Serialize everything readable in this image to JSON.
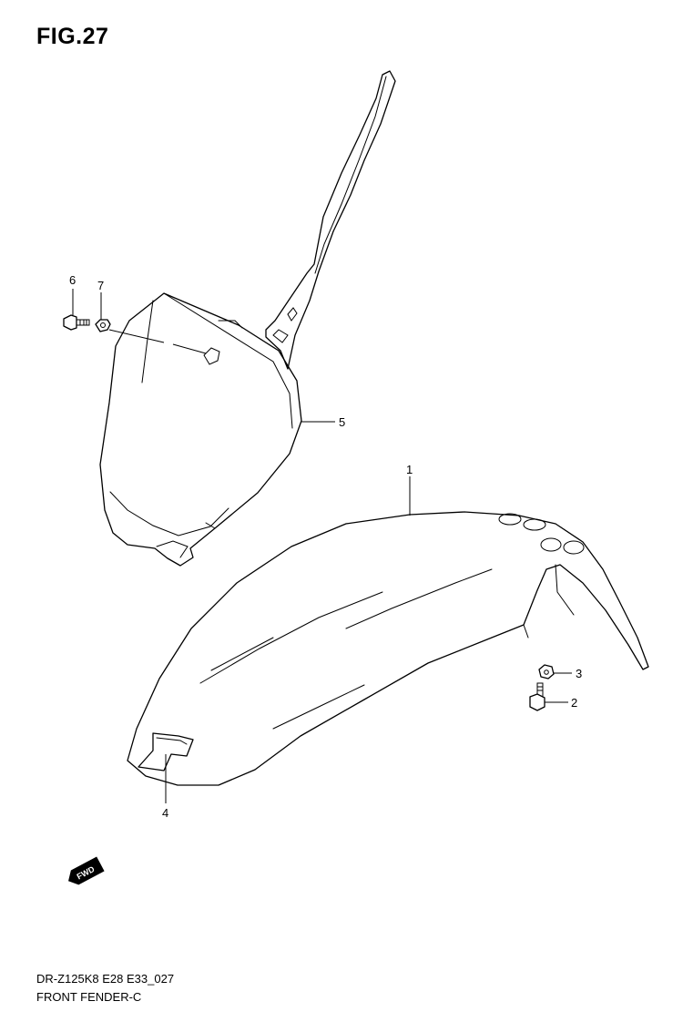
{
  "figure": {
    "title": "FIG.27",
    "code": "DR-Z125K8 E28 E33_027",
    "name": "FRONT FENDER-C"
  },
  "parts": [
    {
      "ref": "1"
    },
    {
      "ref": "2"
    },
    {
      "ref": "3"
    },
    {
      "ref": "4"
    },
    {
      "ref": "5"
    },
    {
      "ref": "6"
    },
    {
      "ref": "7"
    }
  ],
  "direction_badge": {
    "label": "FWD"
  }
}
